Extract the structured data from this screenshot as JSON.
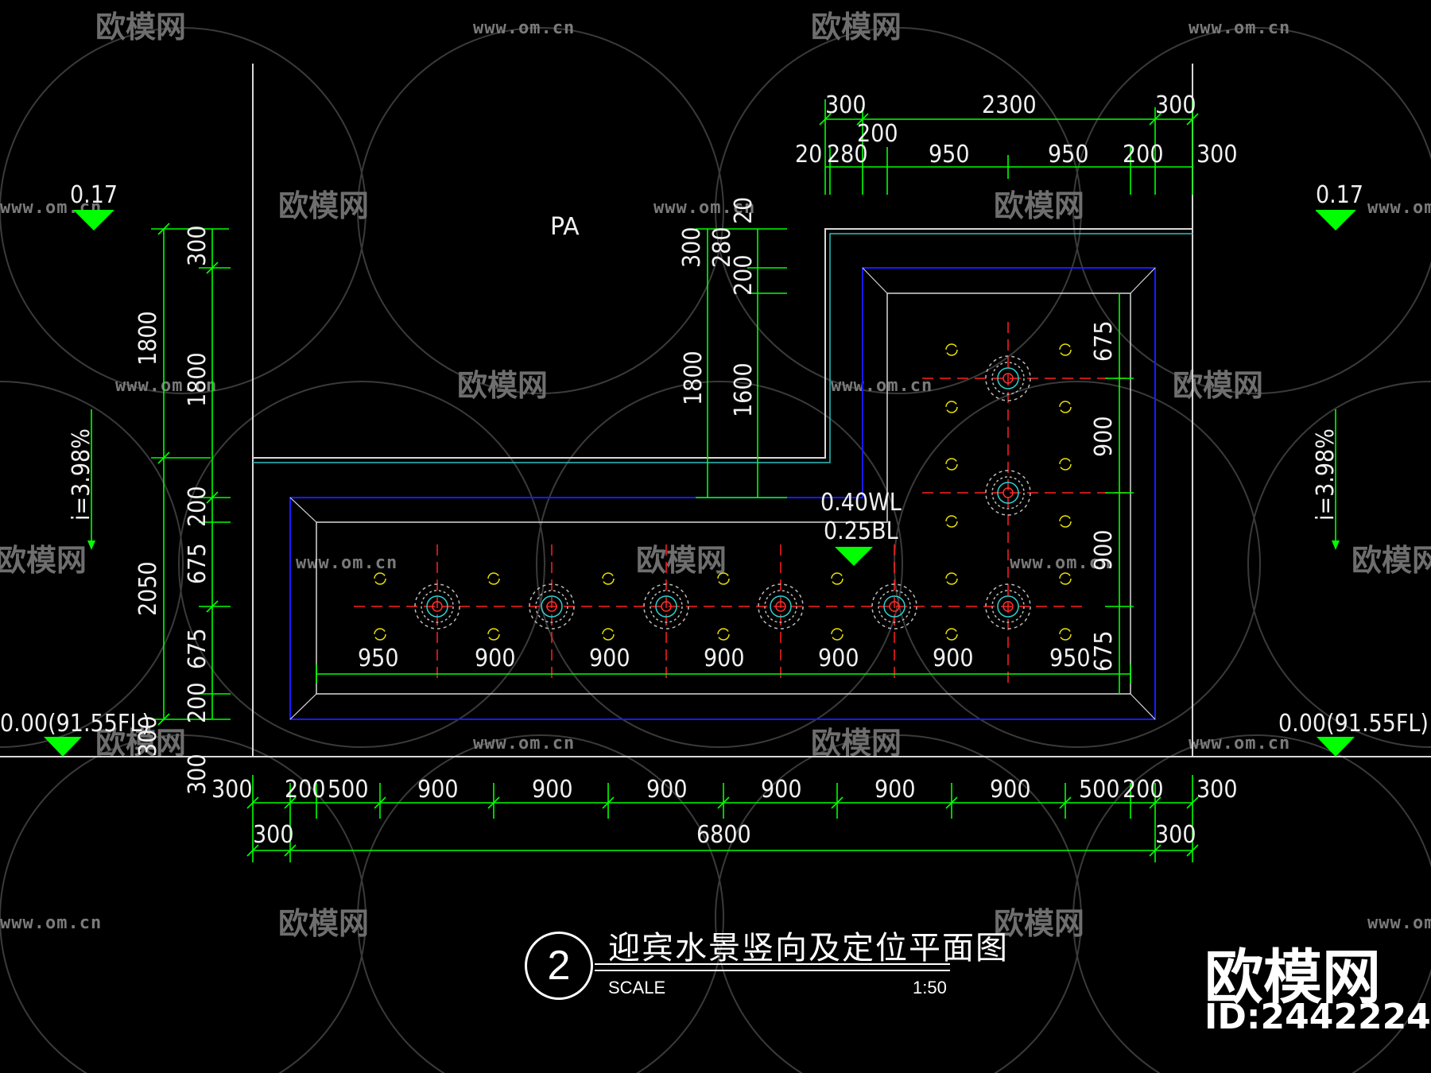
{
  "drawing": {
    "title": "迎宾水景竖向及定位平面图",
    "sheet_number": "2",
    "scale_label": "SCALE",
    "scale_value": "1:50",
    "area_label": "PA"
  },
  "levels": {
    "top_left": "0.17",
    "top_right": "0.17",
    "bottom_left": "0.00(91.55FL)",
    "bottom_right": "0.00(91.55FL)",
    "water_level": "0.40WL",
    "bottom_level": "0.25BL",
    "slope_left": "i=3.98%",
    "slope_right": "i=3.98%"
  },
  "dimensions": {
    "top_row1": [
      "300",
      "2300",
      "300"
    ],
    "top_row_200": "200",
    "top_row2": [
      "20",
      "280",
      "950",
      "950",
      "200",
      "300"
    ],
    "left_outer": [
      "1800",
      "2050"
    ],
    "left_inner": [
      "300",
      "1800",
      "200",
      "675",
      "675",
      "200",
      "300"
    ],
    "mid_vertical": [
      "20",
      "300",
      "280",
      "200",
      "1800",
      "1600"
    ],
    "right_vertical": [
      "675",
      "900",
      "900",
      "675"
    ],
    "inner_bottom": [
      "950",
      "900",
      "900",
      "900",
      "900",
      "900",
      "950"
    ],
    "bottom_row1": [
      "300",
      "200",
      "500",
      "900",
      "900",
      "900",
      "900",
      "900",
      "900",
      "500",
      "200",
      "300"
    ],
    "bottom_row2": [
      "300",
      "6800",
      "300"
    ],
    "left_small_300": "300"
  },
  "watermark": {
    "brand": "欧模网",
    "url": "www.om.cn",
    "id": "ID:2442224"
  },
  "colors": {
    "background": "#000000",
    "dimension_line": "#00ff00",
    "level_marker": "#00ff00",
    "pool_outer": "#1a1aff",
    "axis": "#ff2020",
    "nozzle_ring": "#30d0d0",
    "light": "#e8e000",
    "wall": "#d8d8d8"
  }
}
